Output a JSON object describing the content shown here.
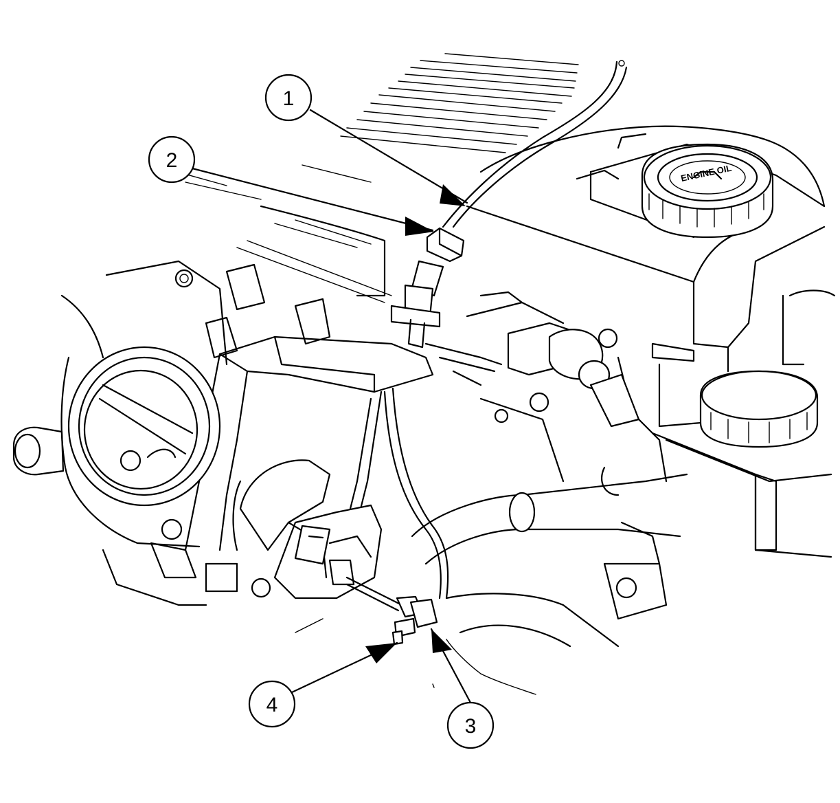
{
  "callouts": [
    {
      "id": "1",
      "label": "1"
    },
    {
      "id": "2",
      "label": "2"
    },
    {
      "id": "3",
      "label": "3"
    },
    {
      "id": "4",
      "label": "4"
    }
  ],
  "oil_cap": {
    "text": "ENGINE OIL"
  },
  "colors": {
    "line": "#000000",
    "background": "#ffffff"
  }
}
